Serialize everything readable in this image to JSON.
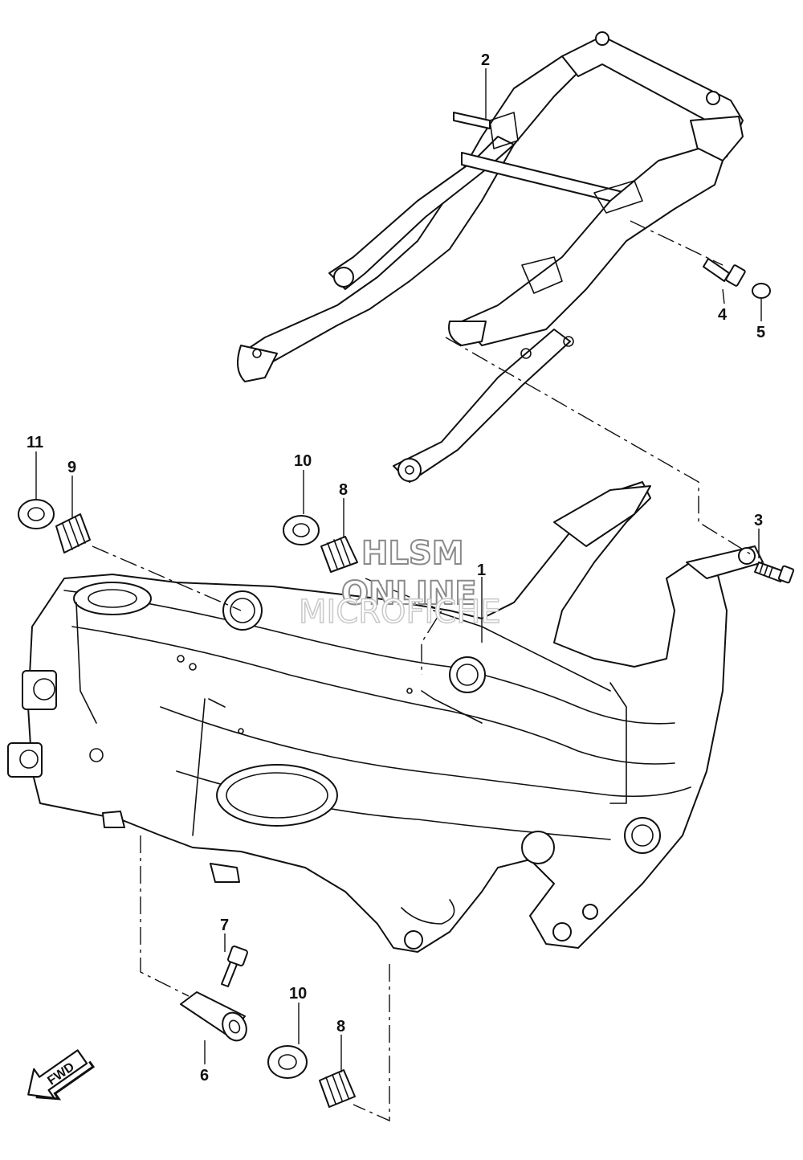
{
  "callouts": [
    {
      "id": "1",
      "label": "1"
    },
    {
      "id": "2",
      "label": "2"
    },
    {
      "id": "3",
      "label": "3"
    },
    {
      "id": "4",
      "label": "4"
    },
    {
      "id": "5",
      "label": "5"
    },
    {
      "id": "6",
      "label": "6"
    },
    {
      "id": "7",
      "label": "7"
    },
    {
      "id": "8a",
      "label": "8"
    },
    {
      "id": "8b",
      "label": "8"
    },
    {
      "id": "9",
      "label": "9"
    },
    {
      "id": "10a",
      "label": "10"
    },
    {
      "id": "10b",
      "label": "10"
    },
    {
      "id": "11",
      "label": "11"
    }
  ],
  "watermark": {
    "line1": "HLSM",
    "line2": "ONLINE",
    "line3": "MICROFICHE"
  },
  "fwd_badge": {
    "label": "FWD"
  }
}
